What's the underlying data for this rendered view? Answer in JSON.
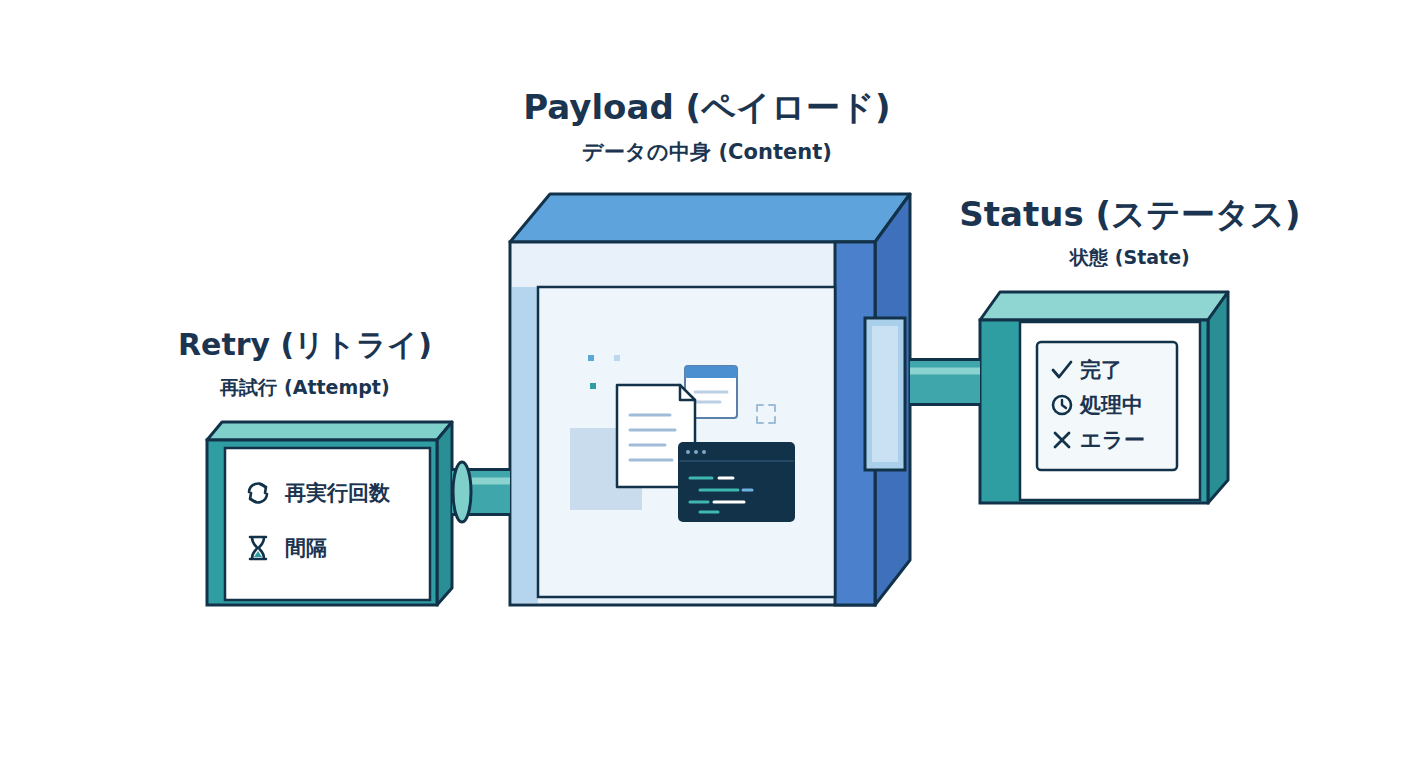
{
  "diagram": {
    "nodes": [
      {
        "text": [
          "Retry (リトライ)",
          "再試行 (Attempt)",
          "再実行回数",
          "間隔"
        ]
      },
      {
        "text": [
          "Payload (ペイロード)",
          "データの中身 (Content)"
        ]
      },
      {
        "text": [
          "Status (ステータス)",
          "状態 (State)",
          "完了",
          "処理中",
          "エラー"
        ]
      }
    ],
    "edges": [
      {
        "from": 0,
        "to": 1,
        "arrow": "none"
      },
      {
        "from": 1,
        "to": 2,
        "arrow": "none"
      }
    ]
  }
}
